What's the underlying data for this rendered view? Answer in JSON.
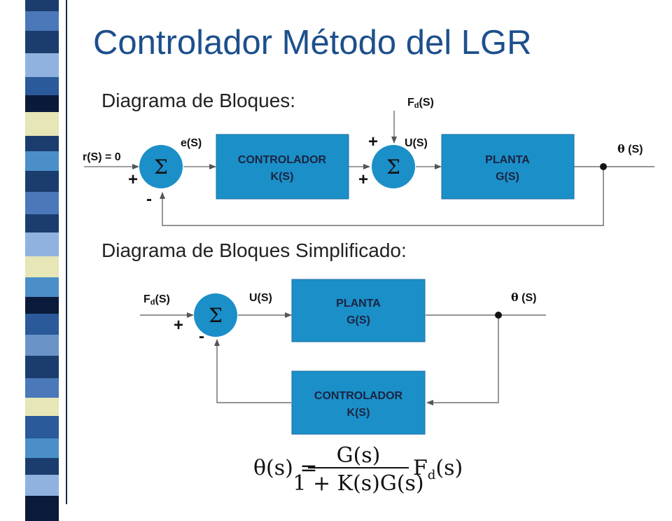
{
  "title": "Controlador Método del LGR",
  "heading1": "Diagrama de Bloques:",
  "heading2": "Diagrama de Bloques Simplificado:",
  "colors": {
    "block": "#1b8fc8",
    "title": "#1d4f8c"
  },
  "diagram1": {
    "input_label": "r(S) = 0",
    "error_label": "e(S)",
    "disturbance_label_main": "F",
    "disturbance_label_sub": "d",
    "disturbance_label_tail": "(S)",
    "u_label": "U(S)",
    "output_symbol": "θ",
    "output_label": " (S)",
    "sigma": "Σ",
    "sum1_plus": "+",
    "sum1_minus": "-",
    "sum2_plus_top": "+",
    "sum2_plus_left": "+",
    "controller_line1": "CONTROLADOR",
    "controller_line2": "K(S)",
    "plant_line1": "PLANTA",
    "plant_line2": "G(S)"
  },
  "diagram2": {
    "disturbance_label_main": "F",
    "disturbance_label_sub": "d",
    "disturbance_label_tail": "(S)",
    "u_label": "U(S)",
    "output_symbol": "θ",
    "output_label": " (S)",
    "sigma": "Σ",
    "sum_plus": "+",
    "sum_minus": "-",
    "plant_line1": "PLANTA",
    "plant_line2": "G(S)",
    "controller_line1": "CONTROLADOR",
    "controller_line2": "K(S)"
  },
  "equation": {
    "lhs": "θ(s) =",
    "numerator": "G(s)",
    "denominator": "1 + K(s)G(s)",
    "factor_main": "F",
    "factor_sub": "d",
    "factor_tail": "(s)"
  }
}
